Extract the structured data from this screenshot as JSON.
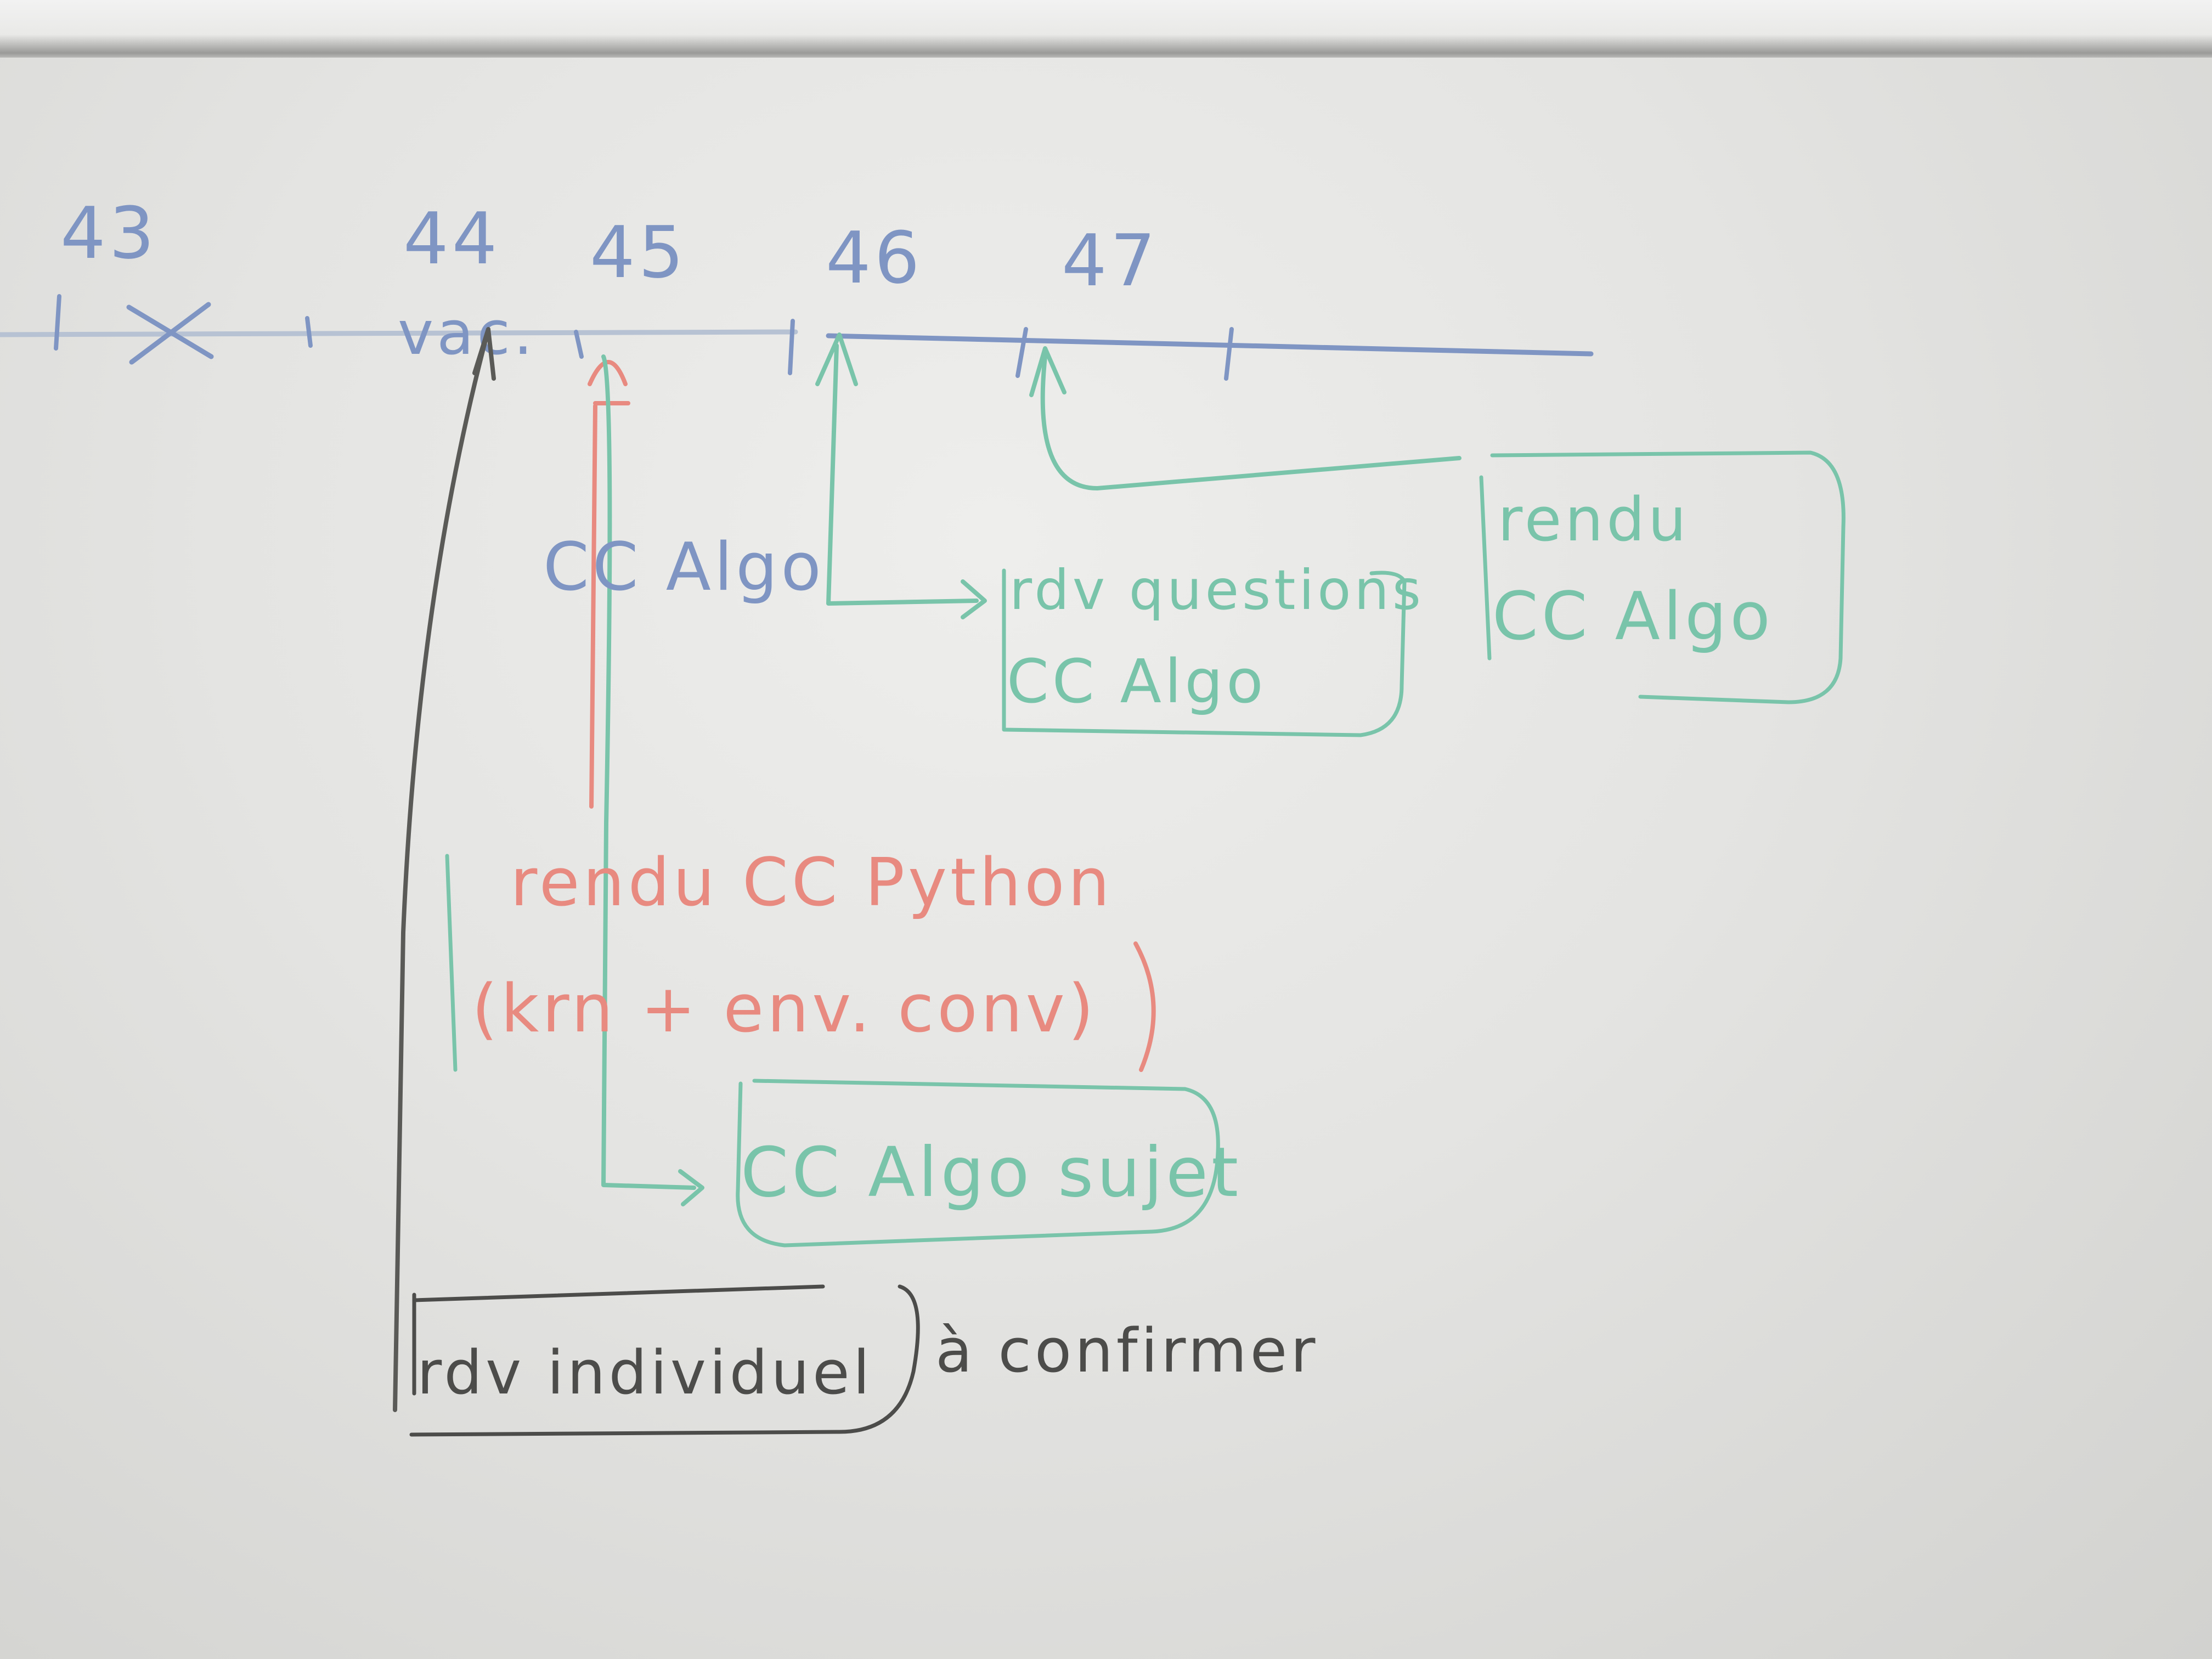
{
  "weeks": [
    "43",
    "44",
    "45",
    "46",
    "47"
  ],
  "timeline_labels": {
    "vacation": "vac."
  },
  "notes": {
    "cc_algo_small": "CC Algo",
    "rdv_questions_line1": "rdv questions",
    "rdv_questions_line2": "CC Algo",
    "rendu_cc_algo_line1": "rendu",
    "rendu_cc_algo_line2": "CC Algo",
    "rendu_python_line1": "rendu CC Python",
    "rendu_python_line2": "(krn + env. conv)",
    "cc_algo_sujet": "CC Algo sujet",
    "rdv_individuel": "rdv individuel",
    "a_confirmer": "à confirmer"
  },
  "colors": {
    "board": "#e6e6e4",
    "blue_marker": "#7f95c3",
    "teal_marker": "#79c4aa",
    "red_marker": "#e88a80",
    "dark_marker": "#4c4c4a"
  }
}
